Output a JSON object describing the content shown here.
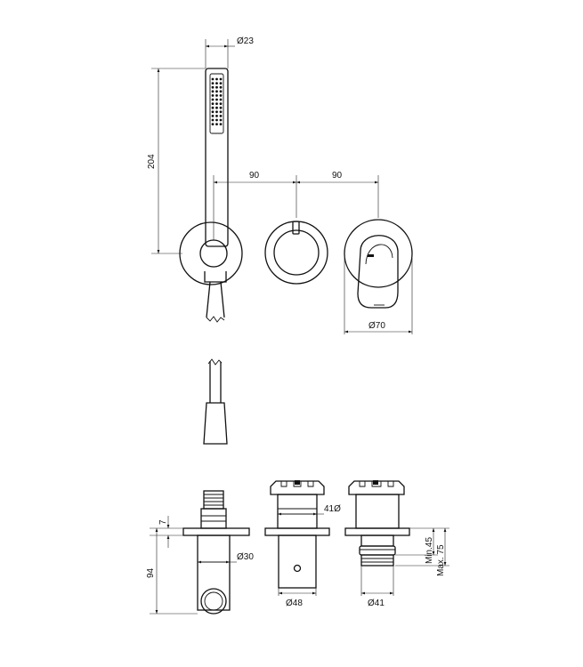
{
  "dimensions": {
    "diam_23": "Ø23",
    "height_204": "204",
    "spacing_left": "90",
    "spacing_right": "90",
    "diam_70": "Ø70",
    "offset_7": "7",
    "depth_94": "94",
    "diam_30": "Ø30",
    "thread_41": "41Ø",
    "diam_48": "Ø48",
    "diam_41": "Ø41",
    "min_45": "Min.45",
    "max_75": "Max. 75"
  },
  "colors": {
    "line": "#111111",
    "background": "#ffffff"
  }
}
